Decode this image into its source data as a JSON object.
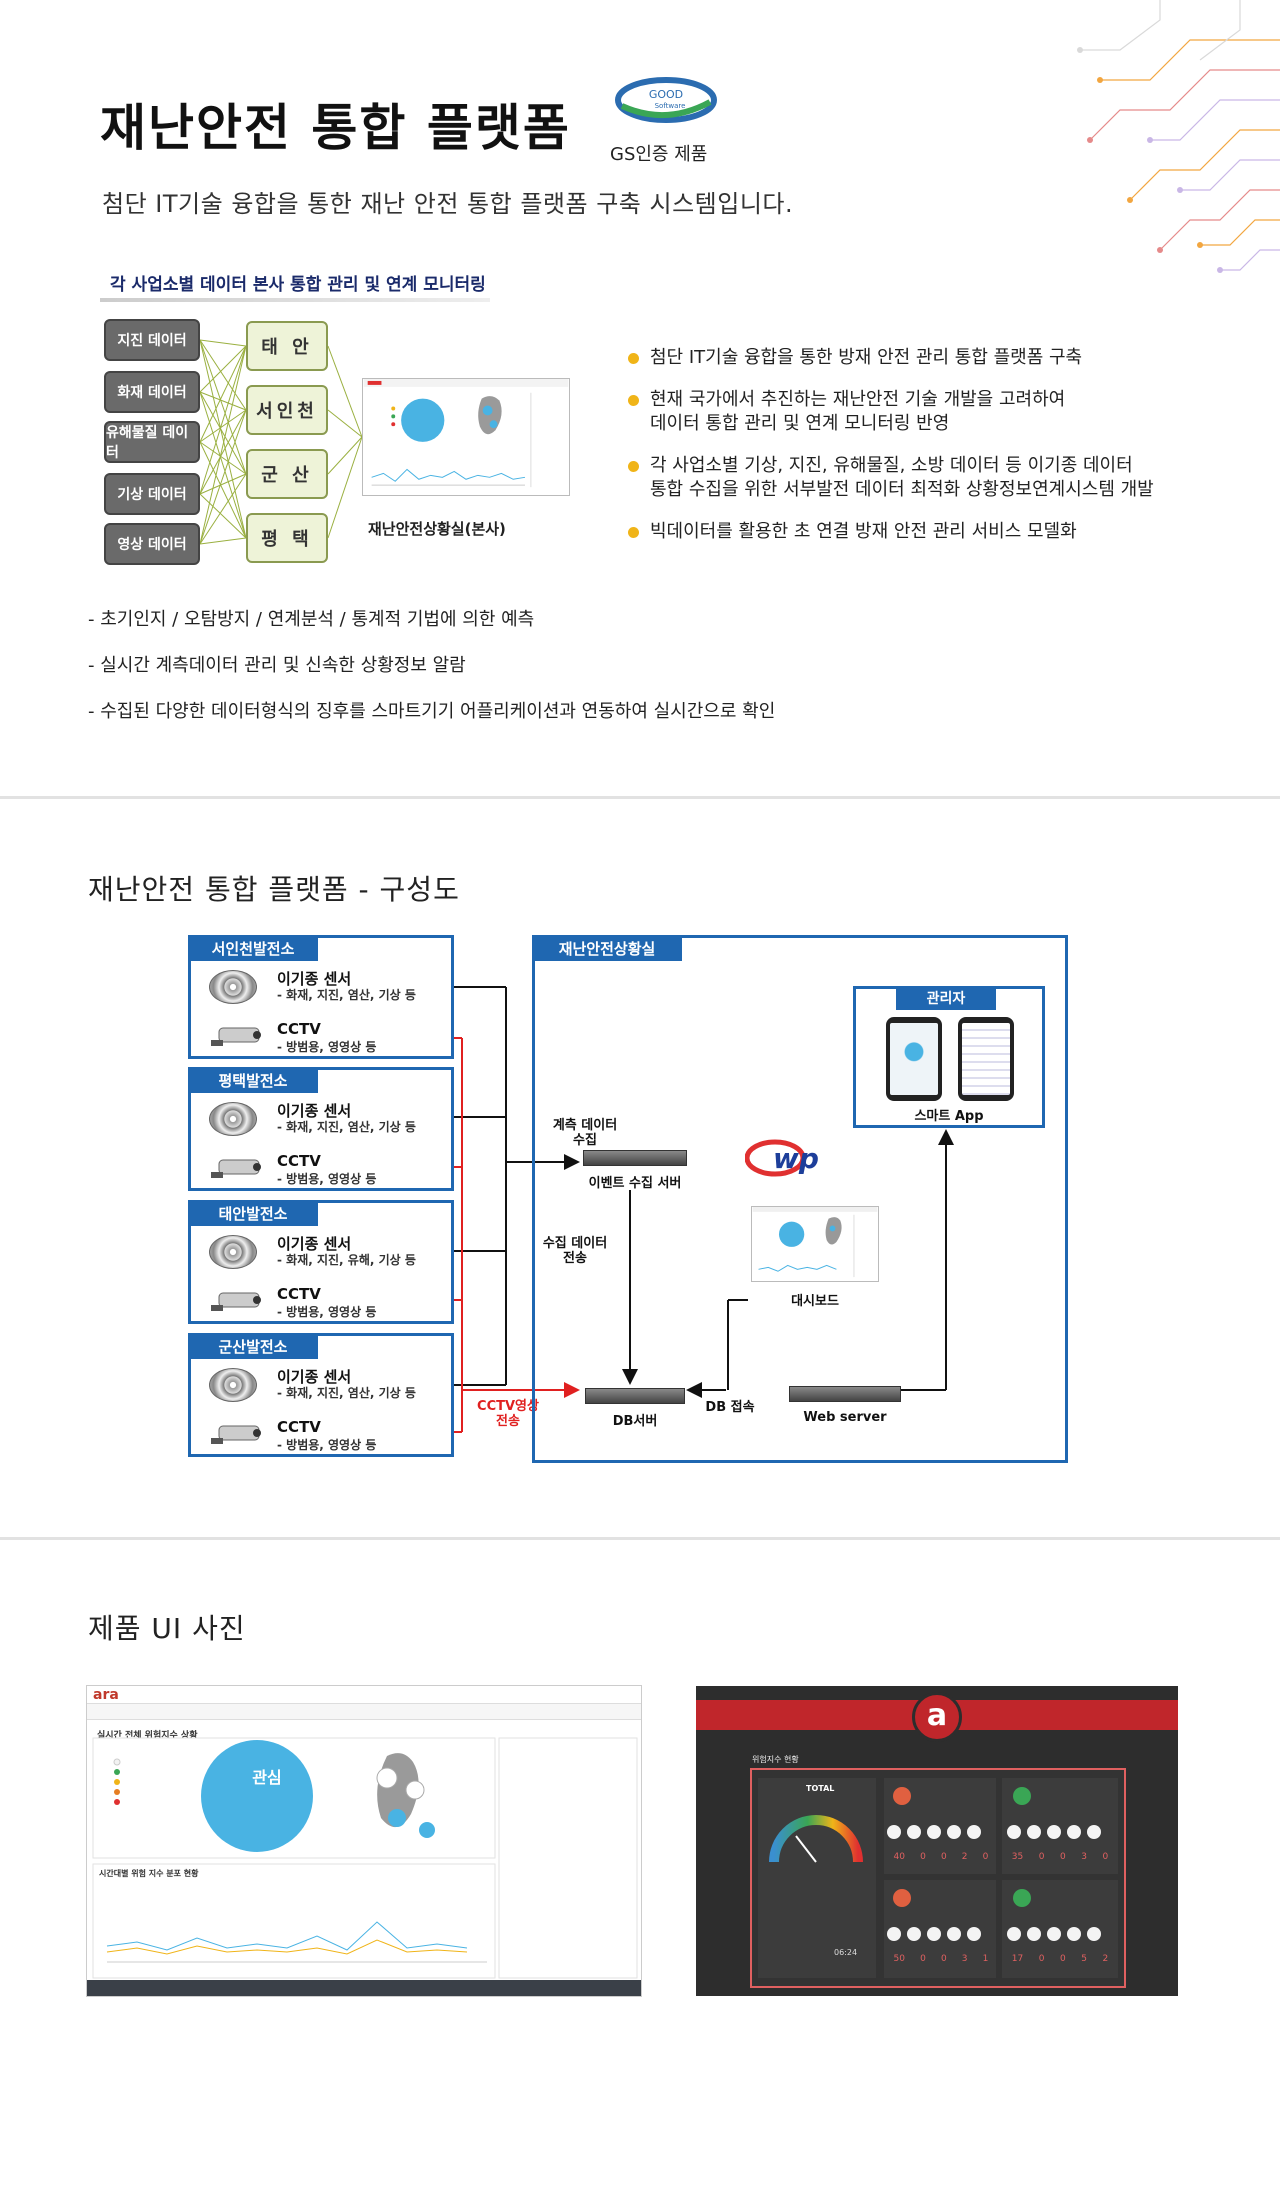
{
  "header": {
    "title": "재난안전 통합 플랫폼",
    "gs_logo_text": "GOOD",
    "gs_logo_sub": "Software",
    "gs_label": "GS인증 제품",
    "subtitle": "첨단 IT기술 융합을 통한 재난 안전 통합 플랫폼 구축 시스템입니다."
  },
  "top_diagram": {
    "title": "각 사업소별 데이터 본사 통합 관리 및 연계 모니터링",
    "sources": [
      "지진 데이터",
      "화재 데이터",
      "유해물질 데이터",
      "기상 데이터",
      "영상 데이터"
    ],
    "sites": [
      "태 안",
      "서인천",
      "군 산",
      "평 택"
    ],
    "caption": "재난안전상황실(본사)"
  },
  "bullets": [
    {
      "line1": "첨단 IT기술 융합을 통한 방재 안전 관리 통합 플랫폼 구축",
      "line2": ""
    },
    {
      "line1": "현재 국가에서 추진하는 재난안전 기술 개발을 고려하여",
      "line2": "데이터 통합 관리 및 연계 모니터링 반영"
    },
    {
      "line1": "각 사업소별 기상, 지진, 유해물질, 소방 데이터 등 이기종 데이터",
      "line2": "통합 수집을 위한 서부발전 데이터 최적화 상황정보연계시스템 개발"
    },
    {
      "line1": "빅데이터를 활용한 초 연결 방재 안전 관리 서비스 모델화",
      "line2": ""
    }
  ],
  "dash_items": [
    "- 초기인지 / 오탐방지 / 연계분석 / 통계적 기법에 의한 예측",
    "- 실시간 계측데이터 관리 및 신속한 상황정보 알람",
    "- 수집된 다양한 데이터형식의 징후를 스마트기기 어플리케이션과 연동하여 실시간으로 확인"
  ],
  "section2": {
    "title": "재난안전 통합 플랫폼 - 구성도",
    "plants": [
      {
        "name": "서인천발전소",
        "sensor": "이기종 센서",
        "sensor_sub": "- 화재, 지진, 염산, 기상 등",
        "cctv": "CCTV",
        "cctv_sub": "- 방범용, 영영상 등"
      },
      {
        "name": "평택발전소",
        "sensor": "이기종 센서",
        "sensor_sub": "- 화재, 지진, 염산, 기상 등",
        "cctv": "CCTV",
        "cctv_sub": "- 방범용, 영영상 등"
      },
      {
        "name": "태안발전소",
        "sensor": "이기종 센서",
        "sensor_sub": "- 화재, 지진, 유해, 기상 등",
        "cctv": "CCTV",
        "cctv_sub": "- 방범용, 영영상 등"
      },
      {
        "name": "군산발전소",
        "sensor": "이기종 센서",
        "sensor_sub": "- 화재, 지진, 염산, 기상 등",
        "cctv": "CCTV",
        "cctv_sub": "- 방범용, 영영상 등"
      }
    ],
    "room_label": "재난안전상황실",
    "admin_label": "관리자",
    "smart_app": "스마트 App",
    "measure_data": "계측 데이터\n수집",
    "event_server": "이벤트 수집 서버",
    "collect_data": "수집 데이터\n전송",
    "dashboard": "대시보드",
    "db_server": "DB서버",
    "db_access": "DB 접속",
    "web_server": "Web server",
    "cctv_video": "CCTV영상\n전송",
    "kwp_logo": "wp"
  },
  "section3": {
    "title": "제품 UI 사진",
    "light_ui": {
      "brand": "ara",
      "panel_title": "실시간 전체 위험지수 상황",
      "status": "관심",
      "chart_title": "시간대별 위험 지수 분포 현황"
    },
    "dark_ui": {
      "center": "a",
      "panel_title": "위험지수 현황",
      "total": "TOTAL",
      "counts_a": [
        "40",
        "0",
        "0",
        "2",
        "0"
      ],
      "counts_b": [
        "35",
        "0",
        "0",
        "3",
        "0"
      ],
      "counts_c": [
        "50",
        "0",
        "0",
        "3",
        "1"
      ],
      "counts_d": [
        "17",
        "0",
        "0",
        "5",
        "2"
      ],
      "time": "06:24"
    }
  },
  "colors": {
    "accent_blue": "#1f67b1",
    "bullet_yellow": "#f0b418",
    "alert_red": "#e02020"
  }
}
